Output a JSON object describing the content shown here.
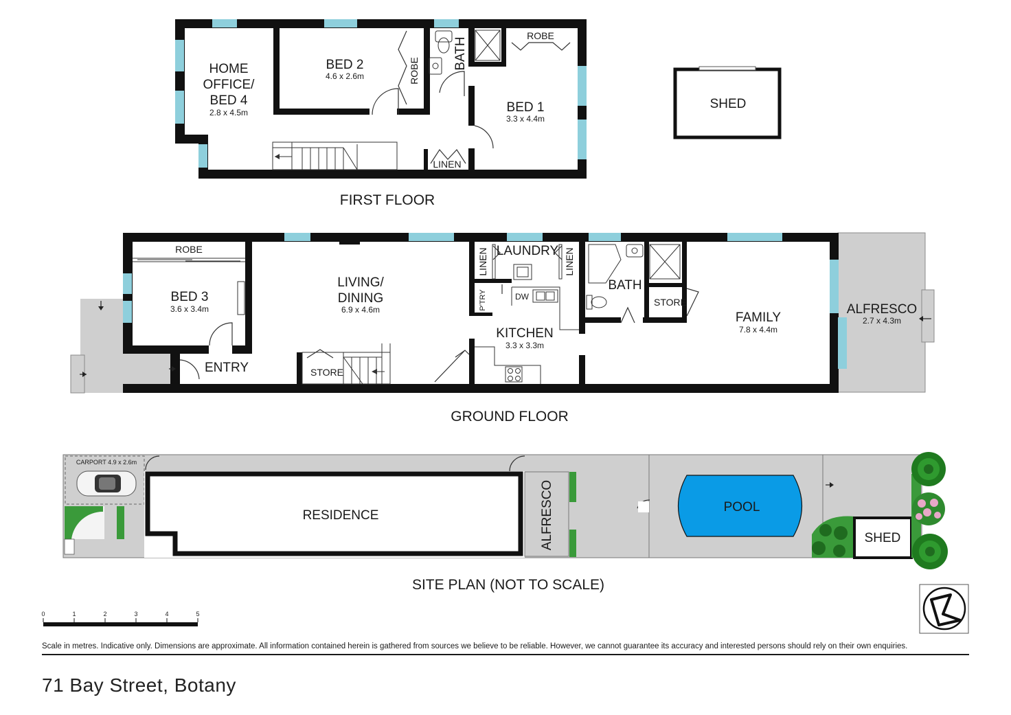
{
  "first_floor": {
    "title": "FIRST FLOOR",
    "rooms": {
      "home_office": {
        "name_lines": [
          "HOME",
          "OFFICE/",
          "BED 4"
        ],
        "dims": "2.8 x 4.5m"
      },
      "bed2": {
        "name": "BED 2",
        "dims": "4.6 x 2.6m"
      },
      "robe_vertical": "ROBE",
      "bath_vertical": "BATH",
      "robe_top": "ROBE",
      "bed1": {
        "name": "BED 1",
        "dims": "3.3 x 4.4m"
      },
      "linen": "LINEN"
    }
  },
  "shed": {
    "name": "SHED"
  },
  "ground_floor": {
    "title": "GROUND FLOOR",
    "rooms": {
      "robe": "ROBE",
      "bed3": {
        "name": "BED 3",
        "dims": "3.6 x 3.4m"
      },
      "entry": "ENTRY",
      "living": {
        "name_lines": [
          "LIVING/",
          "DINING"
        ],
        "dims": "6.9 x 4.6m"
      },
      "store_stairs": "STORE",
      "linen_left": "LINEN",
      "laundry": "LAUNDRY",
      "linen_right": "LINEN",
      "pantry": "P'TRY",
      "dw": "DW",
      "kitchen": {
        "name": "KITCHEN",
        "dims": "3.3 x 3.3m"
      },
      "bath": "BATH",
      "store_bath": "STORE",
      "family": {
        "name": "FAMILY",
        "dims": "7.8 x 4.4m"
      },
      "alfresco": {
        "name": "ALFRESCO",
        "dims": "2.7 x 4.3m"
      }
    }
  },
  "site_plan": {
    "title": "SITE PLAN (NOT TO SCALE)",
    "carport": "CARPORT 4.9 x 2.6m",
    "residence": "RESIDENCE",
    "alfresco": "ALFRESCO",
    "pool": "POOL",
    "shed": "SHED"
  },
  "scale_bar": {
    "ticks": [
      "0",
      "1",
      "2",
      "3",
      "4",
      "5"
    ]
  },
  "disclaimer": "Scale in metres. Indicative only. Dimensions are approximate. All information contained herein is gathered from sources we believe to be reliable. However, we cannot guarantee its accuracy and interested persons should rely on their own enquiries.",
  "address": "71 Bay Street, Botany",
  "colors": {
    "wall": "#111111",
    "window": "#8ecfdc",
    "paving": "#cfcfcf",
    "pool": "#0a9be6",
    "greenery": "#2f8a2f"
  }
}
